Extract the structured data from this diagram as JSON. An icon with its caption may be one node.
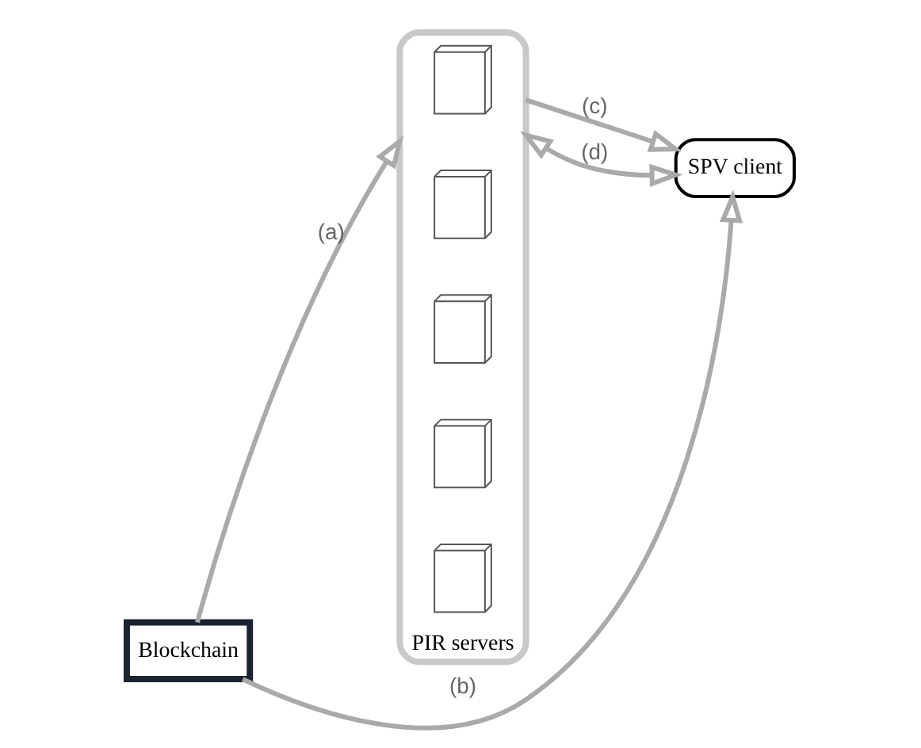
{
  "diagram": {
    "nodes": [
      {
        "text": [
          "PIR servers"
        ]
      },
      {
        "text": [
          "Blockchain"
        ]
      },
      {
        "text": [
          "SPV client"
        ]
      },
      {
        "text": [],
        "shape": "server",
        "in": 0
      },
      {
        "text": [],
        "shape": "server",
        "in": 0
      },
      {
        "text": [],
        "shape": "server",
        "in": 0
      },
      {
        "text": [],
        "shape": "server",
        "in": 0
      },
      {
        "text": [],
        "shape": "server",
        "in": 0
      }
    ],
    "edges": [
      {
        "from": 1,
        "to": 0,
        "arrow": "to",
        "label": "(a)"
      },
      {
        "from": 1,
        "to": 2,
        "arrow": "to",
        "label": "(b)"
      },
      {
        "from": 0,
        "to": 2,
        "arrow": "to",
        "label": "(c)"
      },
      {
        "from": 0,
        "to": 2,
        "arrow": "both",
        "label": "(d)"
      }
    ]
  }
}
